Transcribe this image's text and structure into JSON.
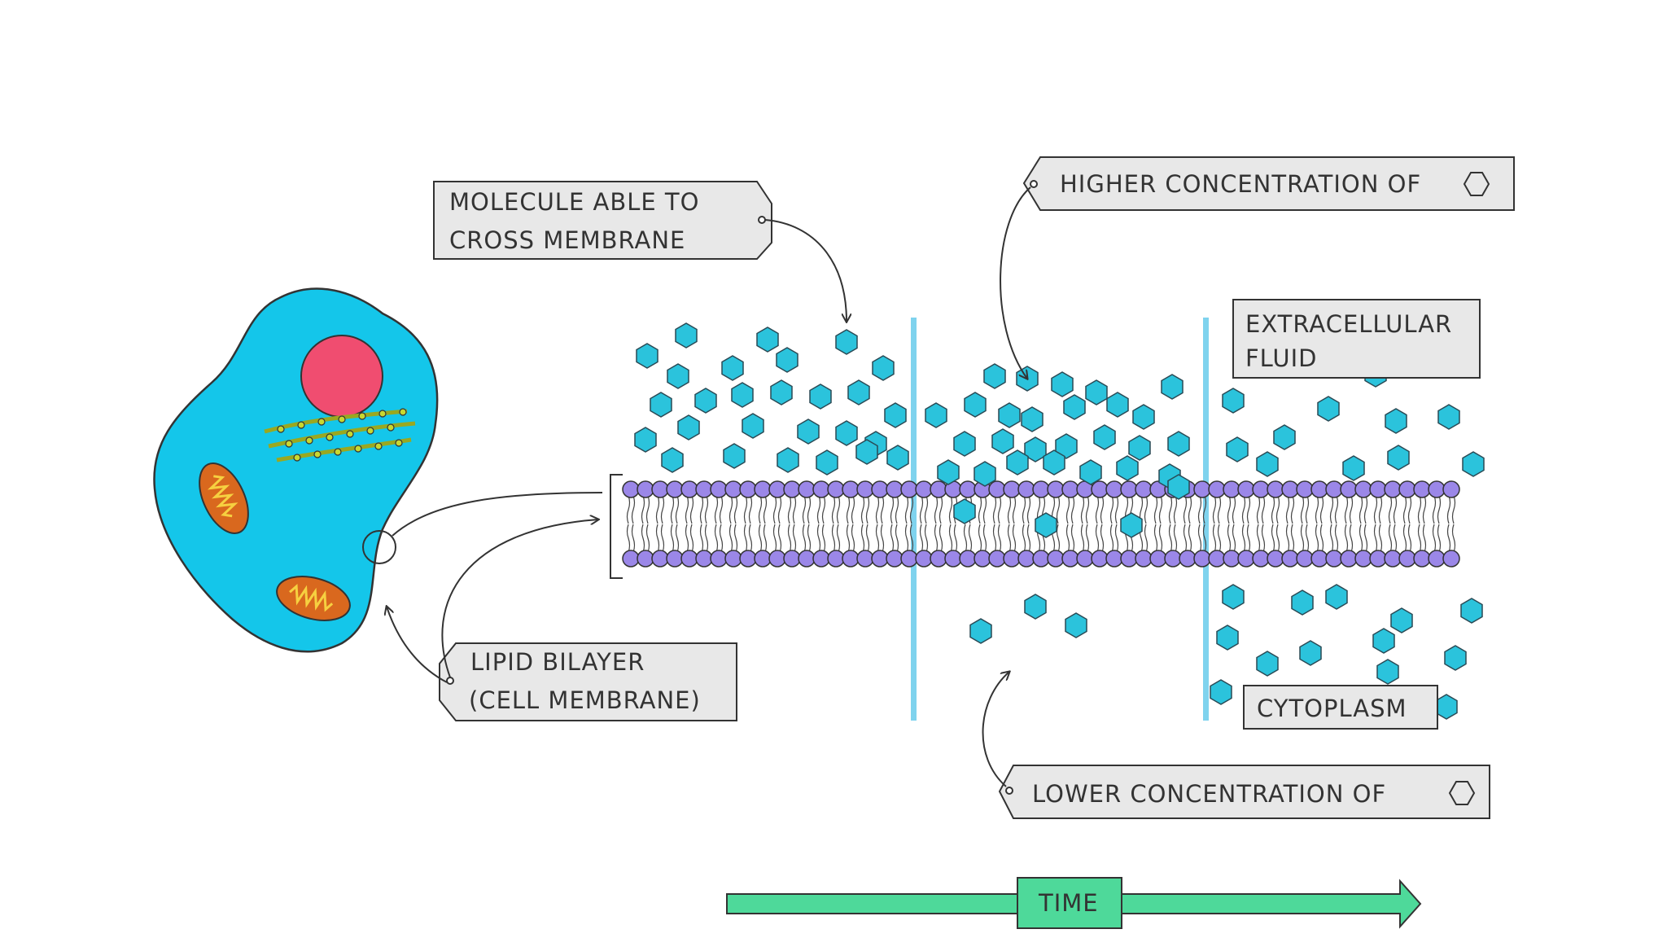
{
  "labels": {
    "molecule_line1": "MOLECULE   ABLE   TO",
    "molecule_line2": "CROSS   MEMBRANE",
    "higher": "HIGHER   CONCENTRATION   OF",
    "extracellular_line1": "EXTRACELLULAR",
    "extracellular_line2": "FLUID",
    "lipid_line1": "LIPID   BILAYER",
    "lipid_line2": "(CELL   MEMBRANE)",
    "cytoplasm": "CYTOPLASM",
    "lower": "LOWER   CONCENTRATION   OF",
    "time": "TIME"
  },
  "colors": {
    "molecule": "#2bc3dc",
    "cell": "#14c6ea",
    "nucleus": "#f04d70",
    "mitochondria": "#d9681e",
    "phospholipid_head": "#9b87e8",
    "divider": "#7fd3ee",
    "time_arrow": "#4ed99a",
    "label_box": "#e8e8e8"
  },
  "icons": {
    "molecule_outline": "hexagon-outline-icon"
  }
}
